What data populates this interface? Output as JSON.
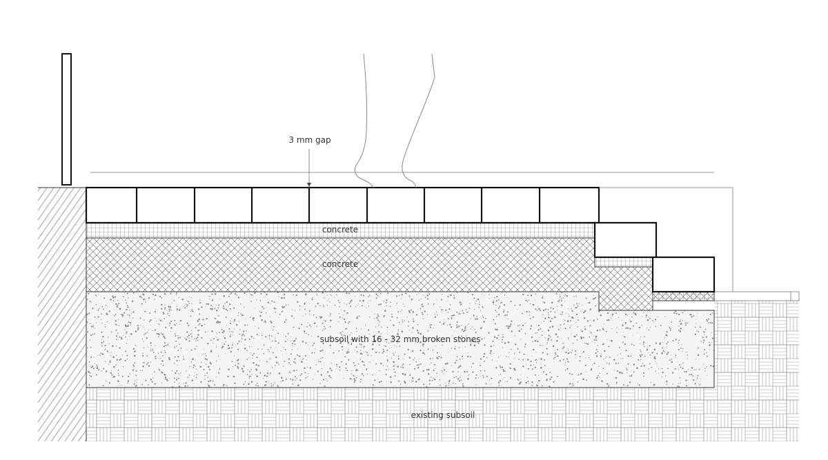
{
  "labels": {
    "gap": "3 mm gap",
    "screed": "concrete",
    "base": "concrete",
    "subbase": "subsoil with 16 - 32 mm broken stones",
    "subsoil": "existing subsoil"
  },
  "colors": {
    "line": "#111111",
    "thin_line": "#777777",
    "hatch": "#555555",
    "gravel": "#8a8a8a",
    "text": "#333333"
  },
  "icons": {
    "figure": "foot-outline-icon",
    "wall": "wall-hatch-icon"
  }
}
